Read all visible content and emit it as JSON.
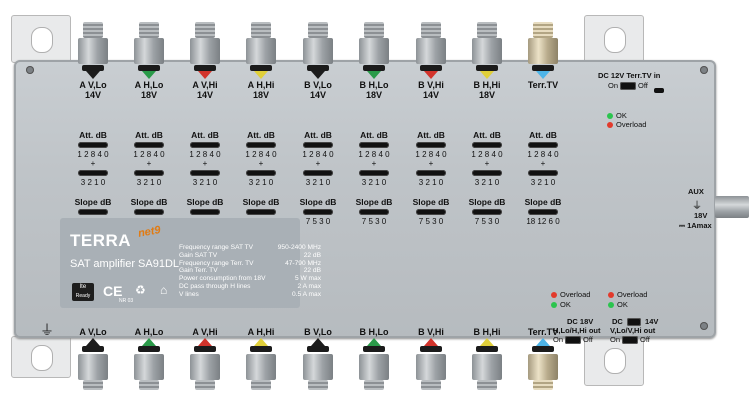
{
  "top_outputs": [
    {
      "label1": "A V,Lo",
      "label2": "14V",
      "color": "#1c1c1c"
    },
    {
      "label1": "A  H,Lo",
      "label2": "18V",
      "color": "#2a9a49"
    },
    {
      "label1": "A V,Hi",
      "label2": "14V",
      "color": "#d2332b"
    },
    {
      "label1": "A H,Hi",
      "label2": "18V",
      "color": "#e0cf3a"
    },
    {
      "label1": "B V,Lo",
      "label2": "14V",
      "color": "#1c1c1c"
    },
    {
      "label1": "B H,Lo",
      "label2": "18V",
      "color": "#2a9a49"
    },
    {
      "label1": "B V,Hi",
      "label2": "14V",
      "color": "#d2332b"
    },
    {
      "label1": "B H,Hi",
      "label2": "18V",
      "color": "#e0cf3a"
    },
    {
      "label1": "Terr.TV",
      "label2": "",
      "color": "#4db4e8"
    }
  ],
  "bottom_inputs": [
    {
      "label": "A V,Lo",
      "color": "#1c1c1c"
    },
    {
      "label": "A  H,Lo",
      "color": "#2a9a49"
    },
    {
      "label": "A V,Hi",
      "color": "#d2332b"
    },
    {
      "label": "A H,Hi",
      "color": "#e0cf3a"
    },
    {
      "label": "B V,Lo",
      "color": "#1c1c1c"
    },
    {
      "label": "B H,Lo",
      "color": "#2a9a49"
    },
    {
      "label": "B V,Hi",
      "color": "#d2332b"
    },
    {
      "label": "B H,Hi",
      "color": "#e0cf3a"
    },
    {
      "label": "Terr.TV",
      "color": "#4db4e8"
    }
  ],
  "att": {
    "title": "Att. dB",
    "scale1": "1 2 8 4 0",
    "plus": "+",
    "scale2": "3 2 1 0",
    "slope_title": "Slope dB",
    "slope_scale": "7 5 3 0",
    "terr_slope_scale": "18 12 6 0"
  },
  "dc_in": {
    "title": "DC 12V Terr.TV in",
    "on": "On",
    "off": "Off"
  },
  "status_top": {
    "ok": "OK",
    "overload": "Overload",
    "green": "#2bc44e",
    "red": "#e23a2c"
  },
  "aux": {
    "label": "AUX",
    "v": "18V",
    "a": "1Amax"
  },
  "brand": {
    "name": "TERRA",
    "sub": "net9",
    "model": "SAT amplifier SA91DL"
  },
  "specs": [
    [
      "Frequency range  SAT TV",
      "950-2400 MHz"
    ],
    [
      "Gain SAT TV",
      "22 dB"
    ],
    [
      "Frequency range  Terr. TV",
      "47-790 MHz"
    ],
    [
      "Gain Terr. TV",
      "22 dB"
    ],
    [
      "Power consumption from 18V",
      "5 W max"
    ],
    [
      "DC pass through       H lines",
      "2 A max"
    ],
    [
      "                                V lines",
      "0.5 A max"
    ]
  ],
  "badges": {
    "lte": "lte",
    "lte_sub": "Ready",
    "ce": "CE",
    "nr": "NR 03"
  },
  "dc_out_left": {
    "title": "DC 18V",
    "sub": "H,Lo/H,Hi out",
    "on": "On",
    "off": "Off"
  },
  "dc_out_right": {
    "title": "DC",
    "v": "14V",
    "sub": "V,Lo/V,Hi out",
    "on": "On",
    "off": "Off"
  },
  "status_bottom_left": {
    "overload": "Overload",
    "ok": "OK"
  },
  "status_bottom_right": {
    "overload": "Overload",
    "ok": "OK"
  }
}
